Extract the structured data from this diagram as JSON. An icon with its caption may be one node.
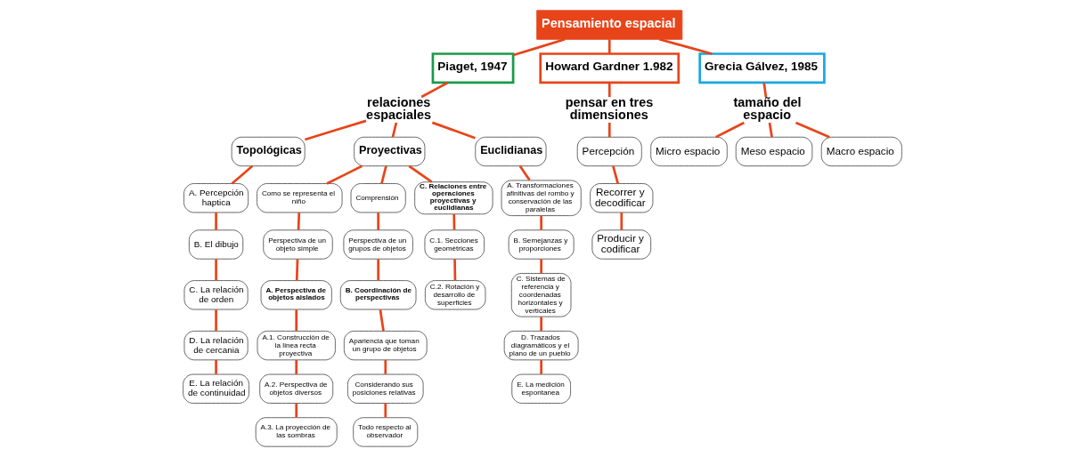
{
  "diagram": {
    "nodes": [
      {
        "text": [
          "Pensamiento espacial"
        ]
      },
      {
        "text": [
          "Piaget, 1947"
        ]
      },
      {
        "text": [
          "Howard Gardner 1.982"
        ]
      },
      {
        "text": [
          "Grecia Gálvez, 1985"
        ]
      },
      {
        "text": [
          "relaciones espaciales"
        ]
      },
      {
        "text": [
          "pensar en tres dimensiones"
        ]
      },
      {
        "text": [
          "tamaño del espacio"
        ]
      },
      {
        "text": [
          "Topológicas"
        ]
      },
      {
        "text": [
          "Proyectivas"
        ]
      },
      {
        "text": [
          "Euclidianas"
        ]
      },
      {
        "text": [
          "Percepción"
        ]
      },
      {
        "text": [
          "Recorrer y decodificar"
        ]
      },
      {
        "text": [
          "Producir y codificar"
        ]
      },
      {
        "text": [
          "Micro espacio"
        ]
      },
      {
        "text": [
          "Meso espacio"
        ]
      },
      {
        "text": [
          "Macro espacio"
        ]
      },
      {
        "text": [
          "A. Percepción haptica"
        ]
      },
      {
        "text": [
          "B. El dibujo"
        ]
      },
      {
        "text": [
          "C. La relación de orden"
        ]
      },
      {
        "text": [
          "D. La relación de cercania"
        ]
      },
      {
        "text": [
          "E. La relación de continuidad"
        ]
      },
      {
        "text": [
          "Como se representa el niño"
        ]
      },
      {
        "text": [
          "Perspectiva de un objeto simple"
        ]
      },
      {
        "text": [
          "A. Perspectiva de objetos aislados"
        ]
      },
      {
        "text": [
          "A.1. Construcción de la linea recta proyectiva"
        ]
      },
      {
        "text": [
          "A.2. Perspectiva de objetos diversos"
        ]
      },
      {
        "text": [
          "A.3. La proyección de las sombras"
        ]
      },
      {
        "text": [
          "Comprensión"
        ]
      },
      {
        "text": [
          "Perspectiva de un grupos de objetos"
        ]
      },
      {
        "text": [
          "B. Coordinación de perspectivas"
        ]
      },
      {
        "text": [
          "Apariencia que toman un grupo de objetos"
        ]
      },
      {
        "text": [
          "Considerando sus posiciones relativas"
        ]
      },
      {
        "text": [
          "Todo respecto al observador"
        ]
      },
      {
        "text": [
          "C. Relaciones entre operaciones proyectivas y euclidianas"
        ]
      },
      {
        "text": [
          "C.1. Secciones geométricas"
        ]
      },
      {
        "text": [
          "C.2. Rotación y desarrollo de superficies"
        ]
      },
      {
        "text": [
          "A. Transformaciones afinitivas del rombo y conservación de las paralelas"
        ]
      },
      {
        "text": [
          "B. Semejanzas y proporciones"
        ]
      },
      {
        "text": [
          "C. Sistemas de referencia y coordenadas horizontales y verticales"
        ]
      },
      {
        "text": [
          "D. Trazados diagramáticos y el plano de un pueblo"
        ]
      },
      {
        "text": [
          "E. La medición espontanea"
        ]
      }
    ],
    "edges": [
      {
        "from": 0,
        "to": 1,
        "arrow": "none"
      },
      {
        "from": 0,
        "to": 2,
        "arrow": "none"
      },
      {
        "from": 0,
        "to": 3,
        "arrow": "none"
      },
      {
        "from": 1,
        "to": 4,
        "arrow": "none"
      },
      {
        "from": 2,
        "to": 5,
        "arrow": "none"
      },
      {
        "from": 3,
        "to": 6,
        "arrow": "none"
      },
      {
        "from": 4,
        "to": 7,
        "arrow": "none"
      },
      {
        "from": 4,
        "to": 8,
        "arrow": "none"
      },
      {
        "from": 4,
        "to": 9,
        "arrow": "none"
      },
      {
        "from": 5,
        "to": 10,
        "arrow": "none"
      },
      {
        "from": 10,
        "to": 11,
        "arrow": "none"
      },
      {
        "from": 11,
        "to": 12,
        "arrow": "none"
      },
      {
        "from": 6,
        "to": 13,
        "arrow": "none"
      },
      {
        "from": 6,
        "to": 14,
        "arrow": "none"
      },
      {
        "from": 6,
        "to": 15,
        "arrow": "none"
      },
      {
        "from": 7,
        "to": 16,
        "arrow": "none"
      },
      {
        "from": 16,
        "to": 17,
        "arrow": "none"
      },
      {
        "from": 17,
        "to": 18,
        "arrow": "none"
      },
      {
        "from": 18,
        "to": 19,
        "arrow": "none"
      },
      {
        "from": 19,
        "to": 20,
        "arrow": "none"
      },
      {
        "from": 8,
        "to": 21,
        "arrow": "none"
      },
      {
        "from": 8,
        "to": 27,
        "arrow": "none"
      },
      {
        "from": 8,
        "to": 33,
        "arrow": "none"
      },
      {
        "from": 21,
        "to": 22,
        "arrow": "none"
      },
      {
        "from": 22,
        "to": 23,
        "arrow": "none"
      },
      {
        "from": 23,
        "to": 24,
        "arrow": "none"
      },
      {
        "from": 24,
        "to": 25,
        "arrow": "none"
      },
      {
        "from": 25,
        "to": 26,
        "arrow": "none"
      },
      {
        "from": 27,
        "to": 28,
        "arrow": "none"
      },
      {
        "from": 28,
        "to": 29,
        "arrow": "none"
      },
      {
        "from": 29,
        "to": 30,
        "arrow": "none"
      },
      {
        "from": 30,
        "to": 31,
        "arrow": "none"
      },
      {
        "from": 31,
        "to": 32,
        "arrow": "none"
      },
      {
        "from": 33,
        "to": 34,
        "arrow": "none"
      },
      {
        "from": 34,
        "to": 35,
        "arrow": "none"
      },
      {
        "from": 9,
        "to": 36,
        "arrow": "none"
      },
      {
        "from": 36,
        "to": 37,
        "arrow": "none"
      },
      {
        "from": 37,
        "to": 38,
        "arrow": "none"
      },
      {
        "from": 38,
        "to": 39,
        "arrow": "none"
      },
      {
        "from": 39,
        "to": 40,
        "arrow": "none"
      }
    ]
  }
}
